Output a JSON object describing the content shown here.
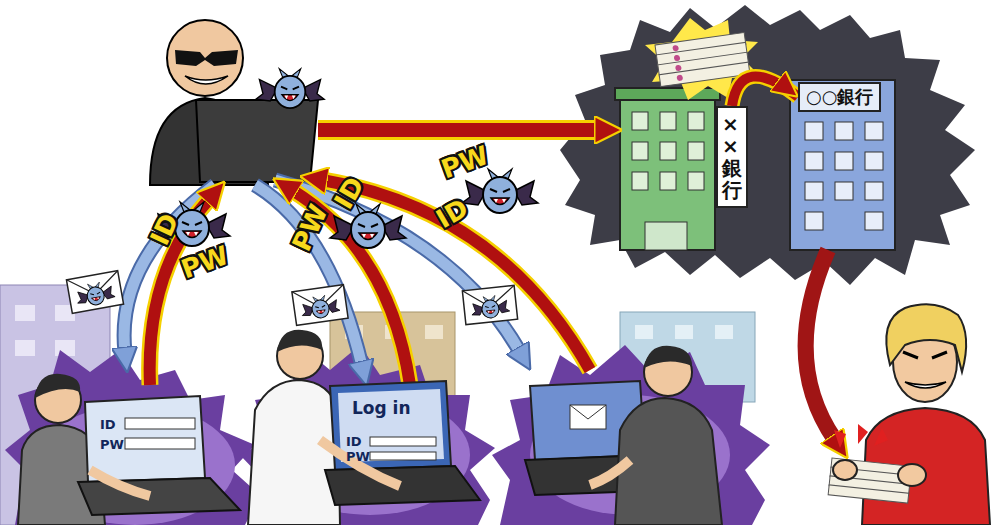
{
  "diagram": {
    "nodes": [
      {
        "text": [
          "××銀行"
        ]
      },
      {
        "text": [
          "○○銀行"
        ]
      }
    ],
    "edges": [
      {
        "from": 0,
        "to": 1,
        "arrow": "to"
      }
    ],
    "labels": [
      "ID",
      "PW",
      "PW",
      "ID",
      "PW",
      "ID",
      "ID",
      "PW",
      "Log in",
      "ID",
      "PW"
    ]
  }
}
